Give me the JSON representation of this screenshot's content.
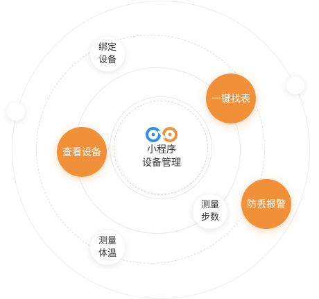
{
  "center": {
    "line1": "小程序",
    "line2": "设备管理",
    "logo_icon": "infinity-logo-icon",
    "logo_colors": [
      "#2b8ef0",
      "#f0913a"
    ]
  },
  "nodes": [
    {
      "id": "bind",
      "text": "绑定\n设备",
      "style": "white"
    },
    {
      "id": "find",
      "text": "一键找表",
      "style": "orange"
    },
    {
      "id": "view",
      "text": "查看设备",
      "style": "orange"
    },
    {
      "id": "steps",
      "text": "测量\n步数",
      "style": "white"
    },
    {
      "id": "alarm",
      "text": "防丢报警",
      "style": "orange"
    },
    {
      "id": "temp",
      "text": "测量\n体温",
      "style": "white"
    }
  ],
  "colors": {
    "accent": "#f0913a",
    "ring": "#e6e6e6",
    "text": "#333333"
  }
}
